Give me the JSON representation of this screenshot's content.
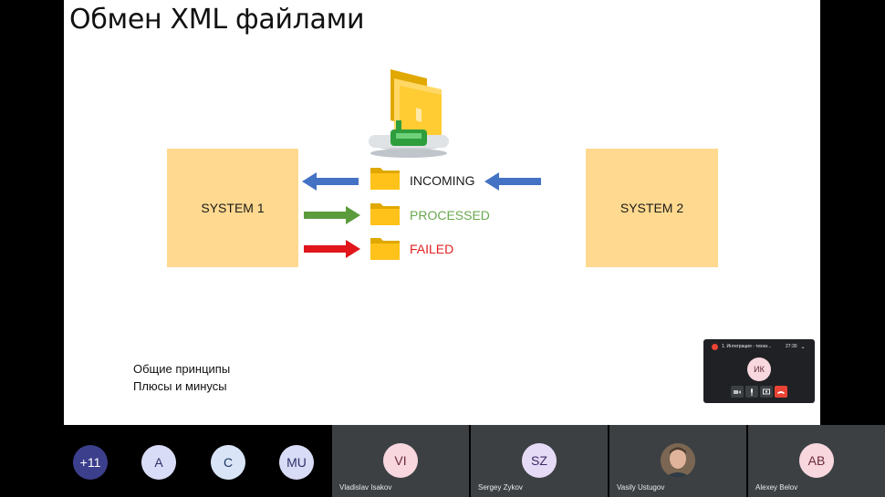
{
  "slide": {
    "title": "Обмен XML файлами",
    "system_left": "SYSTEM 1",
    "system_right": "SYSTEM 2",
    "folders": [
      {
        "label": "INCOMING",
        "color": "#1a1a1a"
      },
      {
        "label": "PROCESSED",
        "color": "#6aa84f"
      },
      {
        "label": "FAILED",
        "color": "#e02020"
      }
    ],
    "notes": [
      "Общие принципы",
      "Плюсы и минусы"
    ],
    "colors": {
      "box": "#ffd98f",
      "arrow_blue": "#4472c4",
      "arrow_green": "#5b9b3c",
      "arrow_red": "#e0161b",
      "folder": "#f5b800"
    }
  },
  "mini_window": {
    "title": "1. Интеграция - техни...",
    "time": "27:30",
    "avatar_initials": "ИК"
  },
  "participants_bar": {
    "overflow_count": "+11",
    "circles": [
      "A",
      "C",
      "MU"
    ],
    "tiles": [
      {
        "initials": "VI",
        "name": "Vladislav Isakov"
      },
      {
        "initials": "SZ",
        "name": "Sergey Zykov"
      },
      {
        "initials": "",
        "name": "Vasily Ustugov"
      },
      {
        "initials": "AB",
        "name": "Alexey Belov"
      }
    ]
  }
}
